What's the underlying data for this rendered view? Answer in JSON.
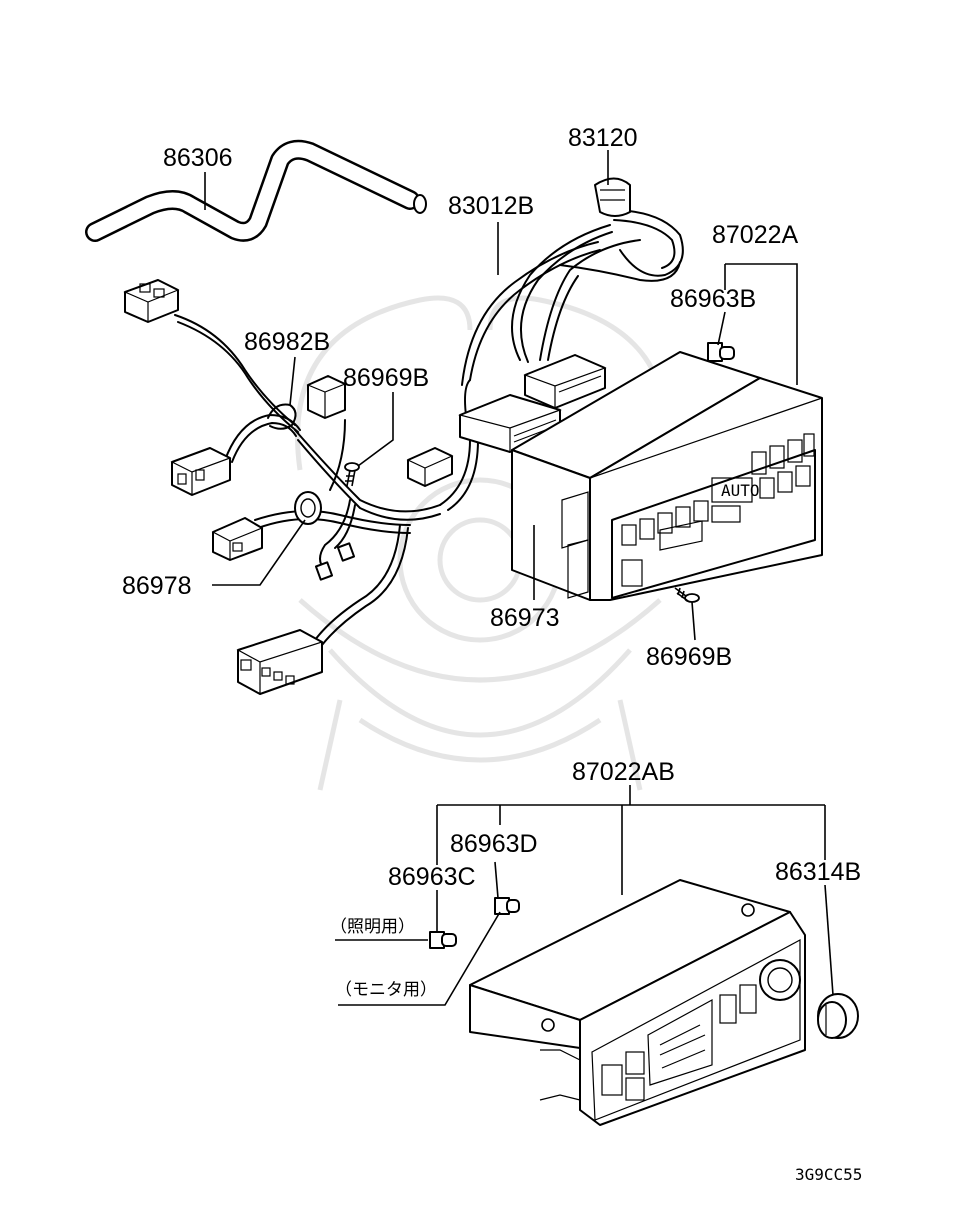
{
  "diagram": {
    "labels": [
      {
        "id": "86306",
        "text": "86306"
      },
      {
        "id": "83120",
        "text": "83120"
      },
      {
        "id": "83012B",
        "text": "83012B"
      },
      {
        "id": "87022A",
        "text": "87022A"
      },
      {
        "id": "86963B",
        "text": "86963B"
      },
      {
        "id": "86982B",
        "text": "86982B"
      },
      {
        "id": "86969B_top",
        "text": "86969B"
      },
      {
        "id": "86978",
        "text": "86978"
      },
      {
        "id": "86973",
        "text": "86973"
      },
      {
        "id": "86969B_bottom",
        "text": "86969B"
      },
      {
        "id": "87022AB",
        "text": "87022AB"
      },
      {
        "id": "86963D",
        "text": "86963D"
      },
      {
        "id": "86963C",
        "text": "86963C"
      },
      {
        "id": "86314B",
        "text": "86314B"
      }
    ],
    "notes": {
      "illumination": "（照明用）",
      "monitor": "（モニタ用）"
    },
    "panel_markings": {
      "auto": "AUTO"
    },
    "diagram_code": "3G9CC55"
  }
}
